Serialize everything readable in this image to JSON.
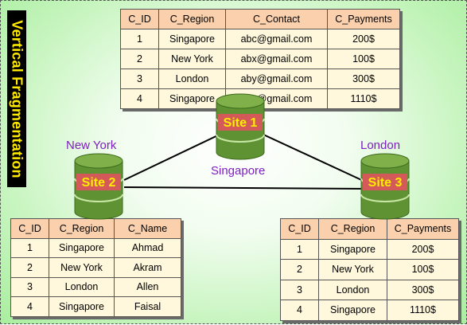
{
  "title": "Vertical Fragmentation",
  "site1": {
    "badge": "Site 1",
    "location": "Singapore",
    "table": {
      "headers": [
        "C_ID",
        "C_Region",
        "C_Contact",
        "C_Payments"
      ],
      "rows": [
        [
          "1",
          "Singapore",
          "abc@gmail.com",
          "200$"
        ],
        [
          "2",
          "New York",
          "abx@gmail.com",
          "100$"
        ],
        [
          "3",
          "London",
          "aby@gmail.com",
          "300$"
        ],
        [
          "4",
          "Singapore",
          "abz@gmail.com",
          "1110$"
        ]
      ]
    }
  },
  "site2": {
    "badge": "Site 2",
    "location": "New York",
    "table": {
      "headers": [
        "C_ID",
        "C_Region",
        "C_Name"
      ],
      "rows": [
        [
          "1",
          "Singapore",
          "Ahmad"
        ],
        [
          "2",
          "New York",
          "Akram"
        ],
        [
          "3",
          "London",
          "Allen"
        ],
        [
          "4",
          "Singapore",
          "Faisal"
        ]
      ]
    }
  },
  "site3": {
    "badge": "Site 3",
    "location": "London",
    "table": {
      "headers": [
        "C_ID",
        "C_Region",
        "C_Payments"
      ],
      "rows": [
        [
          "1",
          "Singapore",
          "200$"
        ],
        [
          "2",
          "New York",
          "100$"
        ],
        [
          "3",
          "London",
          "300$"
        ],
        [
          "4",
          "Singapore",
          "1110$"
        ]
      ]
    }
  },
  "colors": {
    "database_green": "#5f9232",
    "badge_red": "#d45a5a",
    "badge_text": "#ffee00",
    "location_text": "#7d1fc0",
    "title_background": "#000000",
    "title_text": "#ffeb00",
    "table_header": "#fbd1ad",
    "table_cell": "#fff8dc"
  },
  "icons": [
    "database-icon"
  ]
}
